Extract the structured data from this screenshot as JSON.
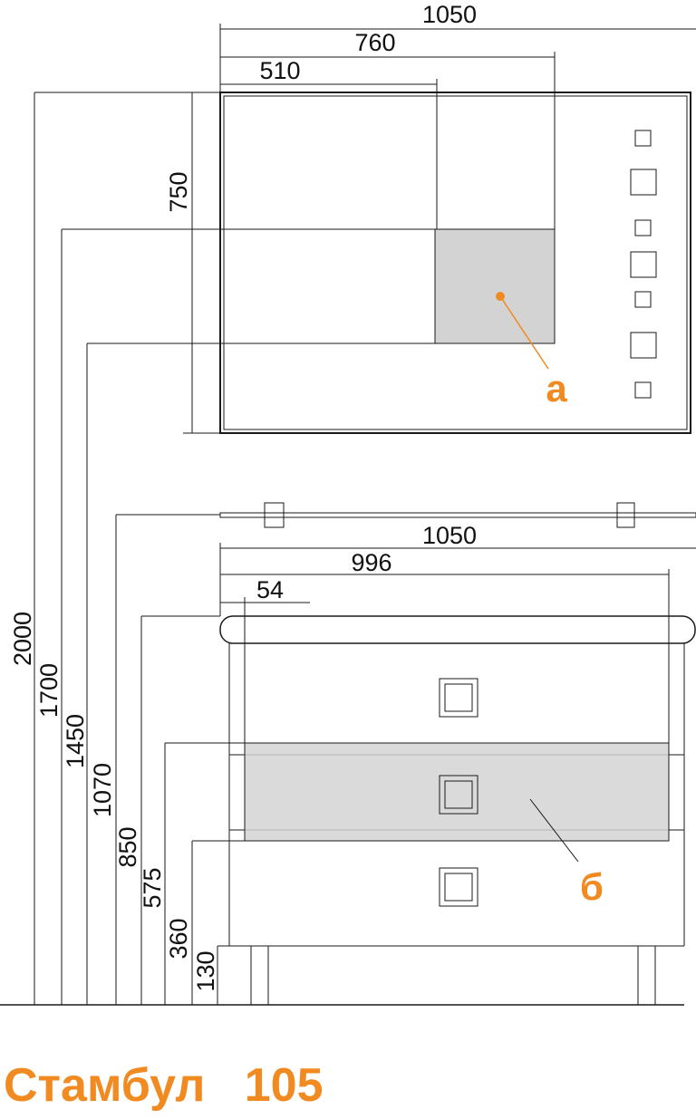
{
  "colors": {
    "accent": "#f08a21",
    "line": "#1a1a1a",
    "highlight_fill": "#d3d3d3"
  },
  "mirror": {
    "width_total": "1050",
    "width_mid": "760",
    "width_left": "510",
    "height": "750",
    "callout": "а"
  },
  "cabinet": {
    "width_total": "1050",
    "width_inner": "996",
    "offset": "54",
    "callout": "б"
  },
  "heights": [
    "2000",
    "1700",
    "1450",
    "1070",
    "850",
    "575",
    "360",
    "130"
  ],
  "title": "Стамбул   105"
}
